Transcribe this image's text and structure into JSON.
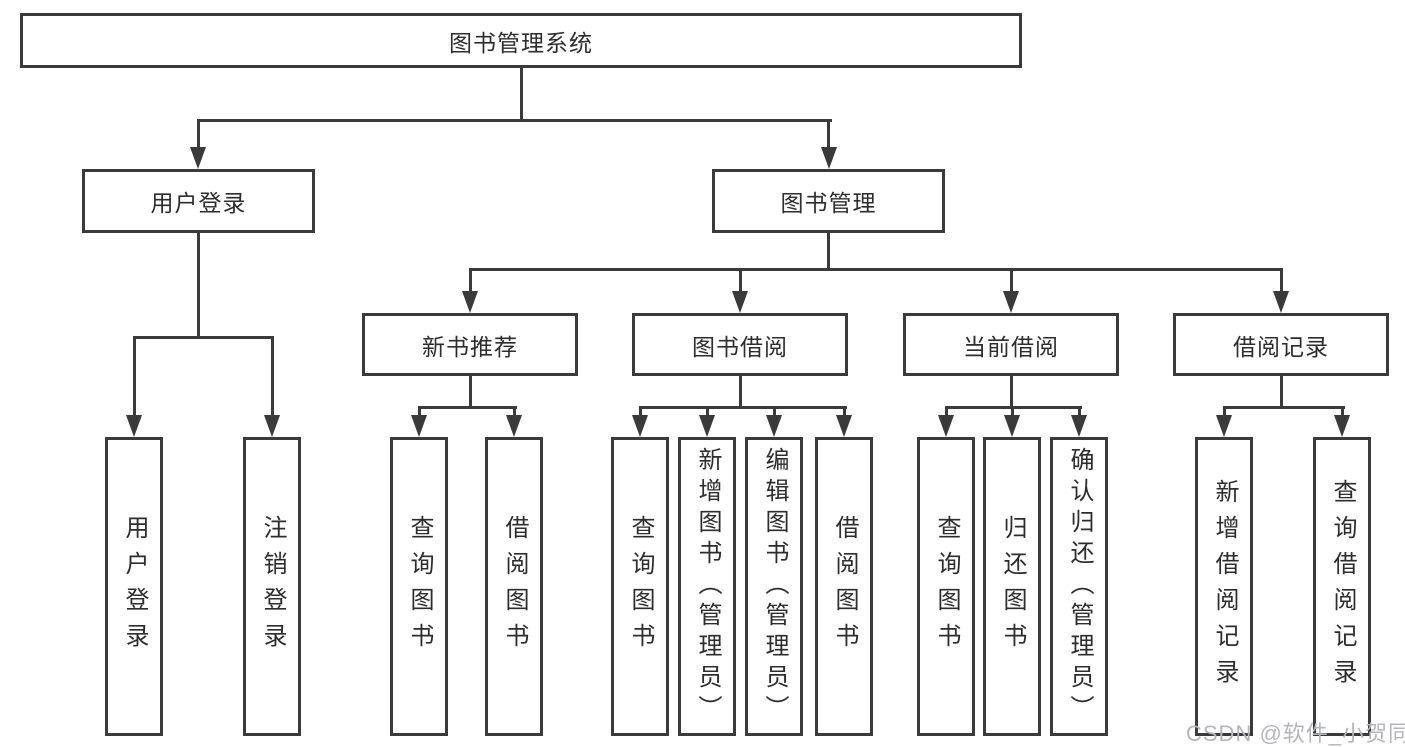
{
  "colors": {
    "line": "#3a3a3a",
    "box_border": "#3a3a3a",
    "box_fill": "#ffffff",
    "text": "#2d2d2d",
    "watermark": "#b4b6ba",
    "background": "#ffffff"
  },
  "diagram": {
    "root": {
      "label": "图书管理系统"
    },
    "level2": [
      {
        "label": "用户登录"
      },
      {
        "label": "图书管理"
      }
    ],
    "level3": [
      {
        "label": "新书推荐"
      },
      {
        "label": "图书借阅"
      },
      {
        "label": "当前借阅"
      },
      {
        "label": "借阅记录"
      }
    ],
    "leaves": [
      {
        "label": "用户登录",
        "parent": "用户登录"
      },
      {
        "label": "注销登录",
        "parent": "用户登录"
      },
      {
        "label": "查询图书",
        "parent": "新书推荐"
      },
      {
        "label": "借阅图书",
        "parent": "新书推荐"
      },
      {
        "label": "查询图书",
        "parent": "图书借阅"
      },
      {
        "label": "新增图书（管理员）",
        "parent": "图书借阅"
      },
      {
        "label": "编辑图书（管理员）",
        "parent": "图书借阅"
      },
      {
        "label": "借阅图书",
        "parent": "图书借阅"
      },
      {
        "label": "查询图书",
        "parent": "当前借阅"
      },
      {
        "label": "归还图书",
        "parent": "当前借阅"
      },
      {
        "label": "确认归还（管理员）",
        "parent": "当前借阅"
      },
      {
        "label": "新增借阅记录",
        "parent": "借阅记录"
      },
      {
        "label": "查询借阅记录",
        "parent": "借阅记录"
      }
    ],
    "watermark": "CSDN @软件_小贺同学"
  }
}
